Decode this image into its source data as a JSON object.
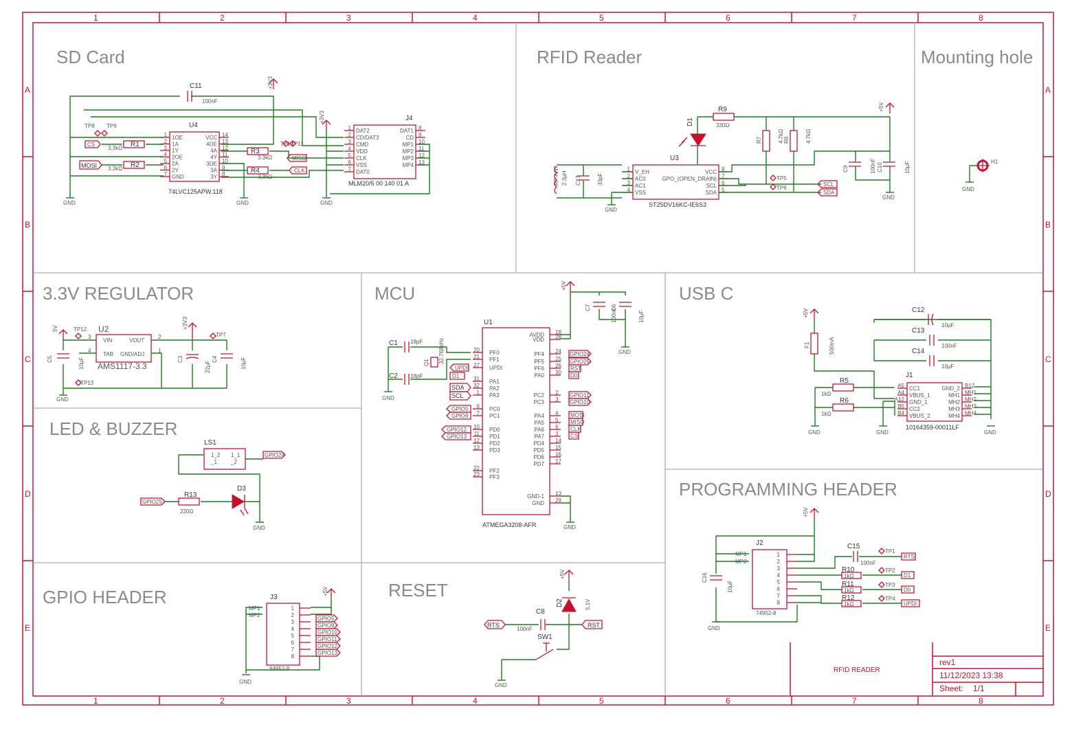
{
  "frame": {
    "columns": [
      "1",
      "2",
      "3",
      "4",
      "5",
      "6",
      "7",
      "8"
    ],
    "rows": [
      "A",
      "B",
      "C",
      "D",
      "E"
    ]
  },
  "sections": {
    "sd_card": "SD Card",
    "rfid_reader": "RFID Reader",
    "mounting_hole": "Mounting hole",
    "regulator": "3.3V REGULATOR",
    "mcu": "MCU",
    "usb_c": "USB C",
    "led_buzzer": "LED & BUZZER",
    "programming_header": "PROGRAMMING HEADER",
    "gpio_header": "GPIO HEADER",
    "reset": "RESET"
  },
  "sd": {
    "u4_ref": "U4",
    "u4_part": "74LVC125APW.118",
    "u4_left_pins": [
      "1OE",
      "1A",
      "1Y",
      "2OE",
      "2A",
      "2Y",
      "GND"
    ],
    "u4_left_nums": [
      "1",
      "2",
      "3",
      "4",
      "5",
      "6",
      "7"
    ],
    "u4_right_pins": [
      "VCC",
      "4OE",
      "4A",
      "4Y",
      "3OE",
      "3A",
      "3Y"
    ],
    "u4_right_nums": [
      "14",
      "13",
      "12",
      "11",
      "10",
      "9",
      "8"
    ],
    "j4_ref": "J4",
    "j4_part": "MLM20/5 00 140 01 A",
    "j4_left_pins": [
      "DAT2",
      "CD/DAT3",
      "CMD",
      "VDD",
      "CLK",
      "VSS",
      "DAT0"
    ],
    "j4_left_nums": [
      "1",
      "2",
      "3",
      "4",
      "5",
      "6",
      "7"
    ],
    "j4_right_pins": [
      "DAT1",
      "CD",
      "MP1",
      "MP2",
      "MP3",
      "MP4"
    ],
    "j4_right_nums": [
      "8",
      "9",
      "10",
      "11",
      "12",
      "13"
    ],
    "c11": "C11",
    "c11_val": "100nF",
    "r1": "R1",
    "r1_val": "3.3kΩ",
    "r2": "R2",
    "r2_val": "3.3kΩ",
    "r3": "R3",
    "r3_val": "3.3kΩ",
    "r4": "R4",
    "r4_val": "3.3kΩ",
    "tp8": "TP8",
    "tp9": "TP9",
    "tp10": "TP10",
    "tp11": "TP11",
    "cs": "CS",
    "mosi": "MOSI",
    "miso": "MISO",
    "clk": "CLK",
    "v33": "+3V3",
    "gnd": "GND"
  },
  "rfid": {
    "u3_ref": "U3",
    "u3_part": "ST25DV16KC-IE6S3",
    "u3_left_pins": [
      "V_EH",
      "AC0",
      "AC1",
      "VSS"
    ],
    "u3_left_nums": [
      "1",
      "2",
      "3",
      "4"
    ],
    "u3_right_pins": [
      "VCC",
      "GPO_(OPEN_DRAIN)",
      "SCL",
      "SDA"
    ],
    "u3_right_nums": [
      "8",
      "7",
      "6",
      "5"
    ],
    "ant": "RF-ANT",
    "ant_val": "2.3µH",
    "c17": "C17",
    "c17_val": "33pF",
    "r9": "R9",
    "r9_val": "330Ω",
    "d1": "D1",
    "r7": "R7",
    "r7_val": "4.7kΩ",
    "r8": "R8",
    "r8_val": "4.7kΩ",
    "c9": "C9",
    "c9_val": "100nF",
    "c10": "C10",
    "c10_val": "10µF",
    "tp5": "TP5",
    "tp6": "TP6",
    "scl": "SCL",
    "sda": "SDA",
    "v5": "+5V",
    "gnd": "GND"
  },
  "mount": {
    "h1": "H1",
    "gnd": "GND"
  },
  "reg": {
    "u2_ref": "U2",
    "u2_part": "AMS1117-3.3",
    "vin": "VIN",
    "vout": "VOUT",
    "tab": "TAB",
    "gndadj": "GND/ADJ",
    "pin3": "3",
    "pin4": "4",
    "pin2": "2",
    "pin1": "1",
    "tp12": "TP12",
    "tp13": "TP13",
    "tp7": "TP7",
    "c5": "C5",
    "c5_val": "10µF",
    "c3": "C3",
    "c3_val": "22µF",
    "c4": "C4",
    "c4_val": "10µF",
    "v5": "5V",
    "v33": "+3V3",
    "gnd": "GND"
  },
  "mcu": {
    "u1_ref": "U1",
    "u1_part": "ATMEGA3208-AFR",
    "left_pins": [
      "PF0",
      "PF1",
      "UPDI",
      "PA1",
      "PA2",
      "PA3",
      "PC0",
      "PC1",
      "PD0",
      "PD1",
      "PD2",
      "PD3",
      "PF2",
      "PF3"
    ],
    "left_nums": [
      "20",
      "21",
      "27",
      "31",
      "32",
      "1",
      "6",
      "7",
      "10",
      "11",
      "12",
      "13",
      "22",
      "23"
    ],
    "right_pins": [
      "AVDD",
      "VDD",
      "PF4",
      "PF5",
      "PF6",
      "PA0",
      "PC2",
      "PC3",
      "PA4",
      "PA5",
      "PA6",
      "PA7",
      "PD4",
      "PD5",
      "PD6",
      "PD7",
      "GND-1",
      "GND"
    ],
    "right_nums": [
      "18",
      "28",
      "24",
      "25",
      "26",
      "30",
      "2",
      "3",
      "4",
      "5",
      "6",
      "3",
      "14",
      "15",
      "16",
      "17",
      "13",
      "29"
    ],
    "c1": "C1",
    "c1_val": "18pF",
    "c2": "C2",
    "c2_val": "18pF",
    "q1": "Q1",
    "q1_val": "32.768kHz",
    "c7": "C7",
    "c7_val": "100nF",
    "c6": "C6",
    "c6_val": "10µF",
    "flag_updi": "UPDI",
    "flag_d1": "D1",
    "flag_sda": "SDA",
    "flag_scl": "SCL",
    "flag_gpio5": "GPIO5",
    "flag_gpio9": "GPIO9",
    "flag_gpio12": "GPIO12",
    "flag_gpio13": "GPIO13",
    "flag_gpio24": "GPIO24",
    "flag_gpio25": "GPIO25",
    "flag_rst": "RST",
    "flag_d0": "D0",
    "flag_gpio11": "GPIO11",
    "flag_gpio10": "GPIO10",
    "flag_mosi": "MOSI",
    "flag_miso": "MISO",
    "flag_clk": "CLK",
    "flag_cs": "CS",
    "v5": "+5V",
    "gnd": "GND"
  },
  "usb": {
    "j1_ref": "J1",
    "j1_part": "10164359-00011LF",
    "left_pins": [
      "CC1",
      "VBUS_1",
      "GND_1",
      "CC2",
      "VBUS_2"
    ],
    "left_nums": [
      "A5",
      "A4",
      "A12",
      "B5",
      "B4"
    ],
    "right_pins": [
      "GND_2",
      "MH1",
      "MH2",
      "MH3",
      "MH4"
    ],
    "right_nums": [
      "B12",
      "MH1",
      "MH2",
      "MH3",
      "MH4"
    ],
    "f1": "F1",
    "f1_val": "500mA",
    "c12": "C12",
    "c12_val": "10µF",
    "c13": "C13",
    "c13_val": "100nF",
    "c14": "C14",
    "c14_val": "10µF",
    "r5": "R5",
    "r5_val": "1kΩ",
    "r6": "R6",
    "r6_val": "1kΩ",
    "v5": "+5V",
    "gnd": "GND"
  },
  "led": {
    "ls1": "LS1",
    "ls_pins": [
      "1_2",
      "_1",
      "1_1",
      "_2"
    ],
    "gpio24": "GPIO24",
    "gpio25": "GPIO25",
    "r13": "R13",
    "r13_val": "220Ω",
    "d3": "D3",
    "gnd": "GND"
  },
  "prog": {
    "j2_ref": "J2",
    "j2_part": "74952-8",
    "mp": [
      "MP1",
      "MP2"
    ],
    "nums": [
      "1",
      "2",
      "3",
      "4",
      "5",
      "6",
      "7",
      "8"
    ],
    "c15": "C15",
    "c15_val": "100nF",
    "c16": "C16",
    "c16_val": "10µF",
    "r10": "R10",
    "r10_val": "1kΩ",
    "r11": "R11",
    "r11_val": "1kΩ",
    "r12": "R12",
    "r12_val": "1kΩ",
    "tp1": "TP1",
    "tp2": "TP2",
    "tp3": "TP3",
    "tp4": "TP4",
    "rts": "RTS",
    "d1": "D1",
    "d0": "D0",
    "updi": "UPDI",
    "v5": "+5V",
    "gnd": "GND"
  },
  "gpio": {
    "j3_ref": "J3",
    "j3_part": "84952-8",
    "mp": [
      "MP1",
      "MP2"
    ],
    "nums": [
      "1",
      "2",
      "3",
      "4",
      "5",
      "6",
      "7",
      "8"
    ],
    "flags": [
      "GPIO5",
      "GPIO9",
      "GPIO10",
      "GPIO11",
      "GPIO12",
      "GPIO13"
    ],
    "v5": "+5V",
    "gnd": "GND"
  },
  "reset": {
    "rts": "RTS",
    "rst": "RST",
    "c8": "C8",
    "c8_val": "100nF",
    "d2": "D2",
    "d2_val": "5.1V",
    "sw1": "SW1",
    "v5": "+5V",
    "gnd": "GND"
  },
  "titleblock": {
    "name": "RFID READER",
    "rev": "rev1",
    "datetime": "11/12/2023 13:38",
    "sheet_label": "Sheet:",
    "sheet_val": "1/1"
  }
}
